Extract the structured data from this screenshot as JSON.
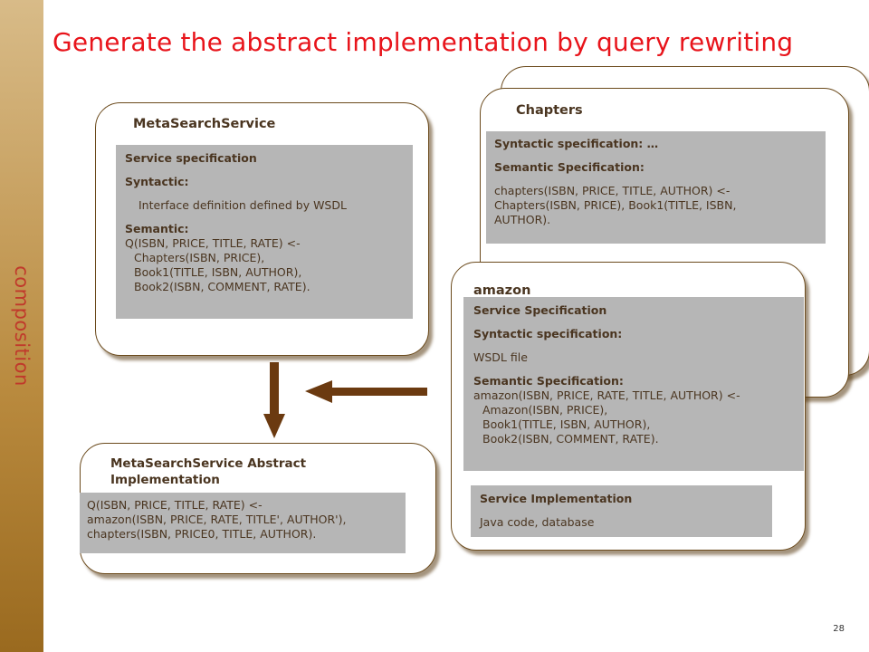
{
  "slide": {
    "title": "Generate the abstract implementation by query rewriting",
    "sidebar_label": "composition",
    "page_number": "28"
  },
  "meta_search_service": {
    "title": "MetaSearchService",
    "spec_heading": "Service specification",
    "syntactic_heading": "Syntactic:",
    "syntactic_text": "Interface definition defined by WSDL",
    "semantic_heading": "Semantic:",
    "semantic_lines": [
      "Q(ISBN, PRICE, TITLE, RATE) <-",
      "Chapters(ISBN, PRICE),",
      "Book1(TITLE, ISBN, AUTHOR),",
      "Book2(ISBN, COMMENT, RATE)."
    ]
  },
  "chapters": {
    "title": "Chapters",
    "syntactic_line": "Syntactic specification: …",
    "semantic_heading": "Semantic Specification:",
    "semantic_lines": [
      "chapters(ISBN, PRICE, TITLE, AUTHOR) <-",
      "Chapters(ISBN, PRICE), Book1(TITLE, ISBN,",
      "AUTHOR)."
    ]
  },
  "amazon": {
    "title": "amazon",
    "spec_heading": "Service Specification",
    "syntactic_heading": "Syntactic specification:",
    "syntactic_text": "WSDL file",
    "semantic_heading": "Semantic Specification:",
    "semantic_lines": [
      "amazon(ISBN, PRICE, RATE, TITLE, AUTHOR) <-",
      "Amazon(ISBN, PRICE),",
      "Book1(TITLE, ISBN, AUTHOR),",
      "Book2(ISBN, COMMENT, RATE)."
    ],
    "impl_heading": "Service Implementation",
    "impl_text": "Java code, database"
  },
  "abstract_impl": {
    "title_lines": [
      "MetaSearchService Abstract",
      "Implementation"
    ],
    "query_lines": [
      "Q(ISBN, PRICE, TITLE, RATE) <-",
      "amazon(ISBN, PRICE, RATE, TITLE', AUTHOR'),",
      "chapters(ISBN, PRICE0, TITLE, AUTHOR)."
    ]
  },
  "colors": {
    "title": "#e8141b",
    "sidebar_label": "#c0392b",
    "arrow": "#6b3a10",
    "text": "#4a3520",
    "gray_box": "#b6b6b6",
    "card_border": "#6b4a1c"
  }
}
